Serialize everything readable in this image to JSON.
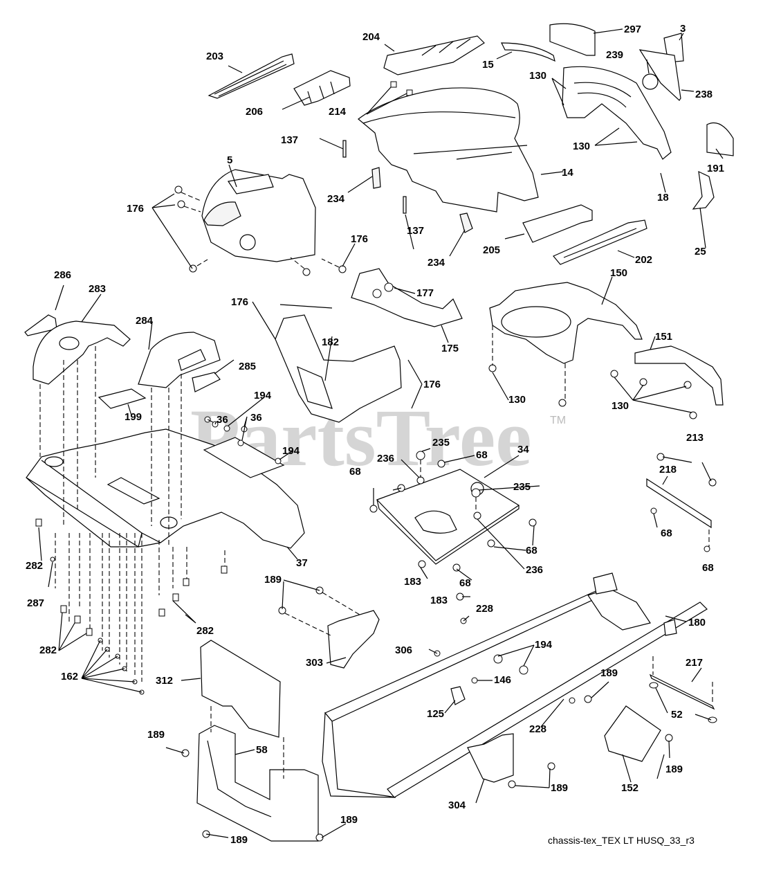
{
  "diagram": {
    "title": "Chassis / Enclosures exploded parts diagram",
    "caption": "chassis-tex_TEX LT HUSQ_33_r3",
    "watermark": "PartsTree",
    "watermark_mark": "TM",
    "callouts": [
      {
        "id": "c203",
        "label": "203"
      },
      {
        "id": "c204",
        "label": "204"
      },
      {
        "id": "c297",
        "label": "297"
      },
      {
        "id": "c3",
        "label": "3"
      },
      {
        "id": "c15",
        "label": "15"
      },
      {
        "id": "c130a",
        "label": "130"
      },
      {
        "id": "c239",
        "label": "239"
      },
      {
        "id": "c238",
        "label": "238"
      },
      {
        "id": "c206",
        "label": "206"
      },
      {
        "id": "c214",
        "label": "214"
      },
      {
        "id": "c137a",
        "label": "137"
      },
      {
        "id": "c130b",
        "label": "130"
      },
      {
        "id": "c191",
        "label": "191"
      },
      {
        "id": "c5",
        "label": "5"
      },
      {
        "id": "c14",
        "label": "14"
      },
      {
        "id": "c234a",
        "label": "234"
      },
      {
        "id": "c18",
        "label": "18"
      },
      {
        "id": "c176a",
        "label": "176"
      },
      {
        "id": "c176b",
        "label": "176"
      },
      {
        "id": "c137b",
        "label": "137"
      },
      {
        "id": "c25",
        "label": "25"
      },
      {
        "id": "c234b",
        "label": "234"
      },
      {
        "id": "c205",
        "label": "205"
      },
      {
        "id": "c202",
        "label": "202"
      },
      {
        "id": "c286",
        "label": "286"
      },
      {
        "id": "c283",
        "label": "283"
      },
      {
        "id": "c177",
        "label": "177"
      },
      {
        "id": "c150",
        "label": "150"
      },
      {
        "id": "c176c",
        "label": "176"
      },
      {
        "id": "c284",
        "label": "284"
      },
      {
        "id": "c182",
        "label": "182"
      },
      {
        "id": "c175",
        "label": "175"
      },
      {
        "id": "c151",
        "label": "151"
      },
      {
        "id": "c285",
        "label": "285"
      },
      {
        "id": "c176d",
        "label": "176"
      },
      {
        "id": "c199",
        "label": "199"
      },
      {
        "id": "c36a",
        "label": "36"
      },
      {
        "id": "c194a",
        "label": "194"
      },
      {
        "id": "c36b",
        "label": "36"
      },
      {
        "id": "c130c",
        "label": "130"
      },
      {
        "id": "c130d",
        "label": "130"
      },
      {
        "id": "c235a",
        "label": "235"
      },
      {
        "id": "c194b",
        "label": "194"
      },
      {
        "id": "c236a",
        "label": "236"
      },
      {
        "id": "c68a",
        "label": "68"
      },
      {
        "id": "c34",
        "label": "34"
      },
      {
        "id": "c213",
        "label": "213"
      },
      {
        "id": "c68b",
        "label": "68"
      },
      {
        "id": "c235b",
        "label": "235"
      },
      {
        "id": "c218",
        "label": "218"
      },
      {
        "id": "c68c",
        "label": "68"
      },
      {
        "id": "c37",
        "label": "37"
      },
      {
        "id": "c282a",
        "label": "282"
      },
      {
        "id": "c68d",
        "label": "68"
      },
      {
        "id": "c287",
        "label": "287"
      },
      {
        "id": "c183a",
        "label": "183"
      },
      {
        "id": "c68e",
        "label": "68"
      },
      {
        "id": "c236b",
        "label": "236"
      },
      {
        "id": "c68f",
        "label": "68"
      },
      {
        "id": "c189a",
        "label": "189"
      },
      {
        "id": "c183b",
        "label": "183"
      },
      {
        "id": "c228a",
        "label": "228"
      },
      {
        "id": "c180",
        "label": "180"
      },
      {
        "id": "c282b",
        "label": "282"
      },
      {
        "id": "c282c",
        "label": "282"
      },
      {
        "id": "c306",
        "label": "306"
      },
      {
        "id": "c194c",
        "label": "194"
      },
      {
        "id": "c303",
        "label": "303"
      },
      {
        "id": "c162",
        "label": "162"
      },
      {
        "id": "c217",
        "label": "217"
      },
      {
        "id": "c312",
        "label": "312"
      },
      {
        "id": "c146",
        "label": "146"
      },
      {
        "id": "c189b",
        "label": "189"
      },
      {
        "id": "c125",
        "label": "125"
      },
      {
        "id": "c52",
        "label": "52"
      },
      {
        "id": "c228b",
        "label": "228"
      },
      {
        "id": "c189c",
        "label": "189"
      },
      {
        "id": "c58",
        "label": "58"
      },
      {
        "id": "c189d",
        "label": "189"
      },
      {
        "id": "c189e",
        "label": "189"
      },
      {
        "id": "c152",
        "label": "152"
      },
      {
        "id": "c304",
        "label": "304"
      },
      {
        "id": "c189f",
        "label": "189"
      },
      {
        "id": "c189g",
        "label": "189"
      }
    ]
  }
}
